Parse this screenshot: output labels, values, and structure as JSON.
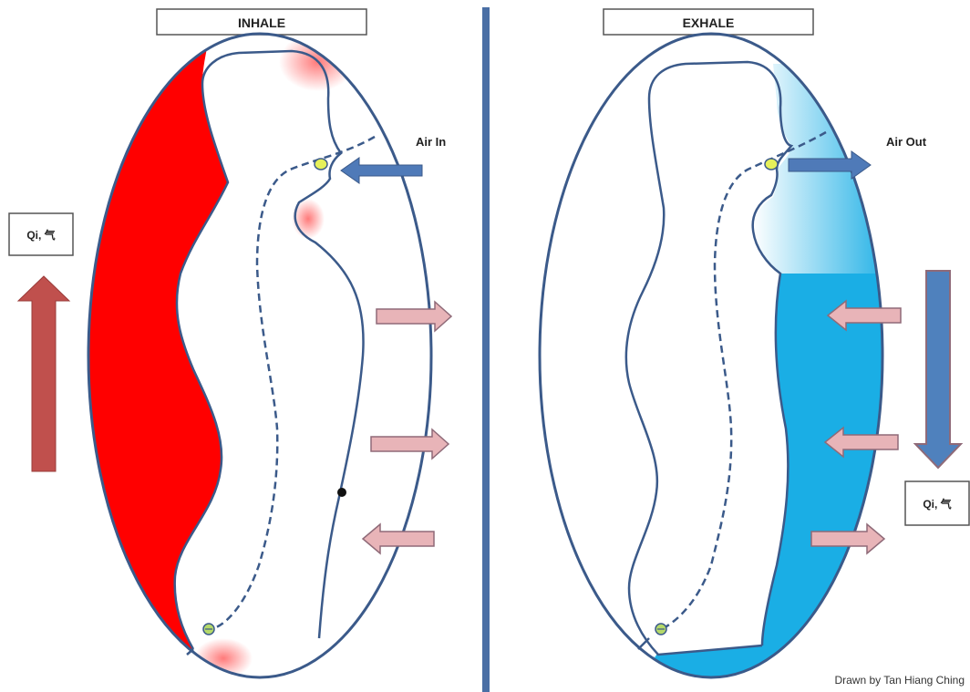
{
  "left_panel": {
    "title": "INHALE",
    "air_label": "Air In",
    "qi_label": "Qi, 气",
    "color": "#ff0000"
  },
  "right_panel": {
    "title": "EXHALE",
    "air_label": "Air Out",
    "qi_label": "Qi, 气",
    "color": "#1aaee5"
  },
  "credit": "Drawn by Tan Hiang Ching",
  "colors": {
    "outline": "#3b5a8a",
    "divider": "#4a6fa5",
    "air_arrow": "#4f7ab8",
    "pink_arrow": "#e8b4b8",
    "pink_arrow_stroke": "#8f6a78",
    "qi_up_arrow": "#c0504d",
    "qi_down_arrow": "#4f81bd",
    "point": "#e6f05a"
  }
}
